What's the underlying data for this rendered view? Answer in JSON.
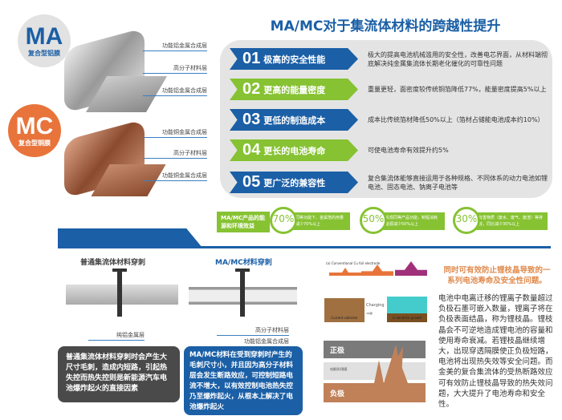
{
  "title": "MA/MC对于集流体材料的跨越性提升",
  "ma": {
    "badge": "MA",
    "sub": "复合型铝膜",
    "layers": [
      "功能铝金属合成层",
      "高分子材料层",
      "功能铝金属合成层"
    ]
  },
  "mc": {
    "badge": "MC",
    "sub": "复合型铜膜",
    "layers": [
      "功能铜金属合成层",
      "高分子材料层",
      "功能铜金属合成层"
    ]
  },
  "features": [
    {
      "num": "01",
      "title": "极高的安全性能",
      "desc": "极大的提高电池机械滥用的安全性，改善电芯界面，从材料端彻底解决纯金属集流体长期老化催化的可靠性问题",
      "color": "#1b5fa6"
    },
    {
      "num": "02",
      "title": "更高的能量密度",
      "desc": "重量更轻，面密度较传统铜箔降低77%，能量密度提高5%以上",
      "color": "#86c232"
    },
    {
      "num": "03",
      "title": "更低的制造成本",
      "desc": "成本比传统箔材降低50%以上（箔材占储能电池成本约10%）",
      "color": "#1b5fa6"
    },
    {
      "num": "04",
      "title": "更长的电池寿命",
      "desc": "可使电池寿命有效提升约5%",
      "color": "#86c232"
    },
    {
      "num": "05",
      "title": "更广泛的兼容性",
      "desc": "复合集流体能够直接运用于各种规格、不同体系的动力电池如锂电池、固态电池、钠离子电池等",
      "color": "#1b5fa6"
    }
  ],
  "benefits": {
    "label": "MA/MC产品的能源和环境效益",
    "items": [
      {
        "pct": "70%",
        "text": "同等功能下，金属箔的用量减少70%以上"
      },
      {
        "pct": "50%",
        "text": "实现同等产品功能，制程消耗能源减少50%以上"
      },
      {
        "pct": "30%",
        "text": "有害物质（废水、废气、废渣）等排放，同比减少30%以上"
      }
    ]
  },
  "puncture": {
    "normal_title": "普通集流体材料穿刺",
    "normal_label": "纯铝金属层",
    "mamc_title": "MA/MC材料穿刺",
    "mamc_labels": [
      "高分子材料层",
      "功能铝金属合成层"
    ],
    "normal_desc": "普通集流体材料穿刺时会产生大尺寸毛刺，造成内短路，引起热失控而热失控则是新能源汽车电池爆炸起火的直接因素",
    "mamc_desc": "MA/MC材料在受到穿刺时产生的毛刺尺寸小，并且因为高分子材料层会发生断路效应，可控制短路电流不增大，以有效控制电池热失控乃至爆炸起火，从根本上解决了电池爆炸起火"
  },
  "dendrite": {
    "fig_label": "(a)",
    "fig_sub": "Conventional Cu foil electrode",
    "charging": "Charging",
    "collector": "Current collector",
    "growth": "Li dendrite growth",
    "positive": "正极",
    "separator": "电解质/隔膜",
    "negative": "负极",
    "heading": "同时可有效防止锂枝晶导致的一系列电池寿命及安全性问题。",
    "body": "电池中电离迁移的锂离子数量超过负极石墨可嵌入数量，锂离子将在负极表面结晶，称为锂枝晶。锂枝晶会不可逆地造成锂电池的容量和使用寿命衰减。若锂枝晶继续增大，出现穿透隔膜使正负极短路，电池将出现热失效等安全问题。而金美的复合集流体的受热断路效应可有效防止锂枝晶导致的热失效问题，大大提升了电池寿命和安全性。"
  },
  "colors": {
    "blue": "#1b5fa6",
    "green": "#86c232",
    "orange": "#e8743b",
    "copper": "#b8724e"
  }
}
